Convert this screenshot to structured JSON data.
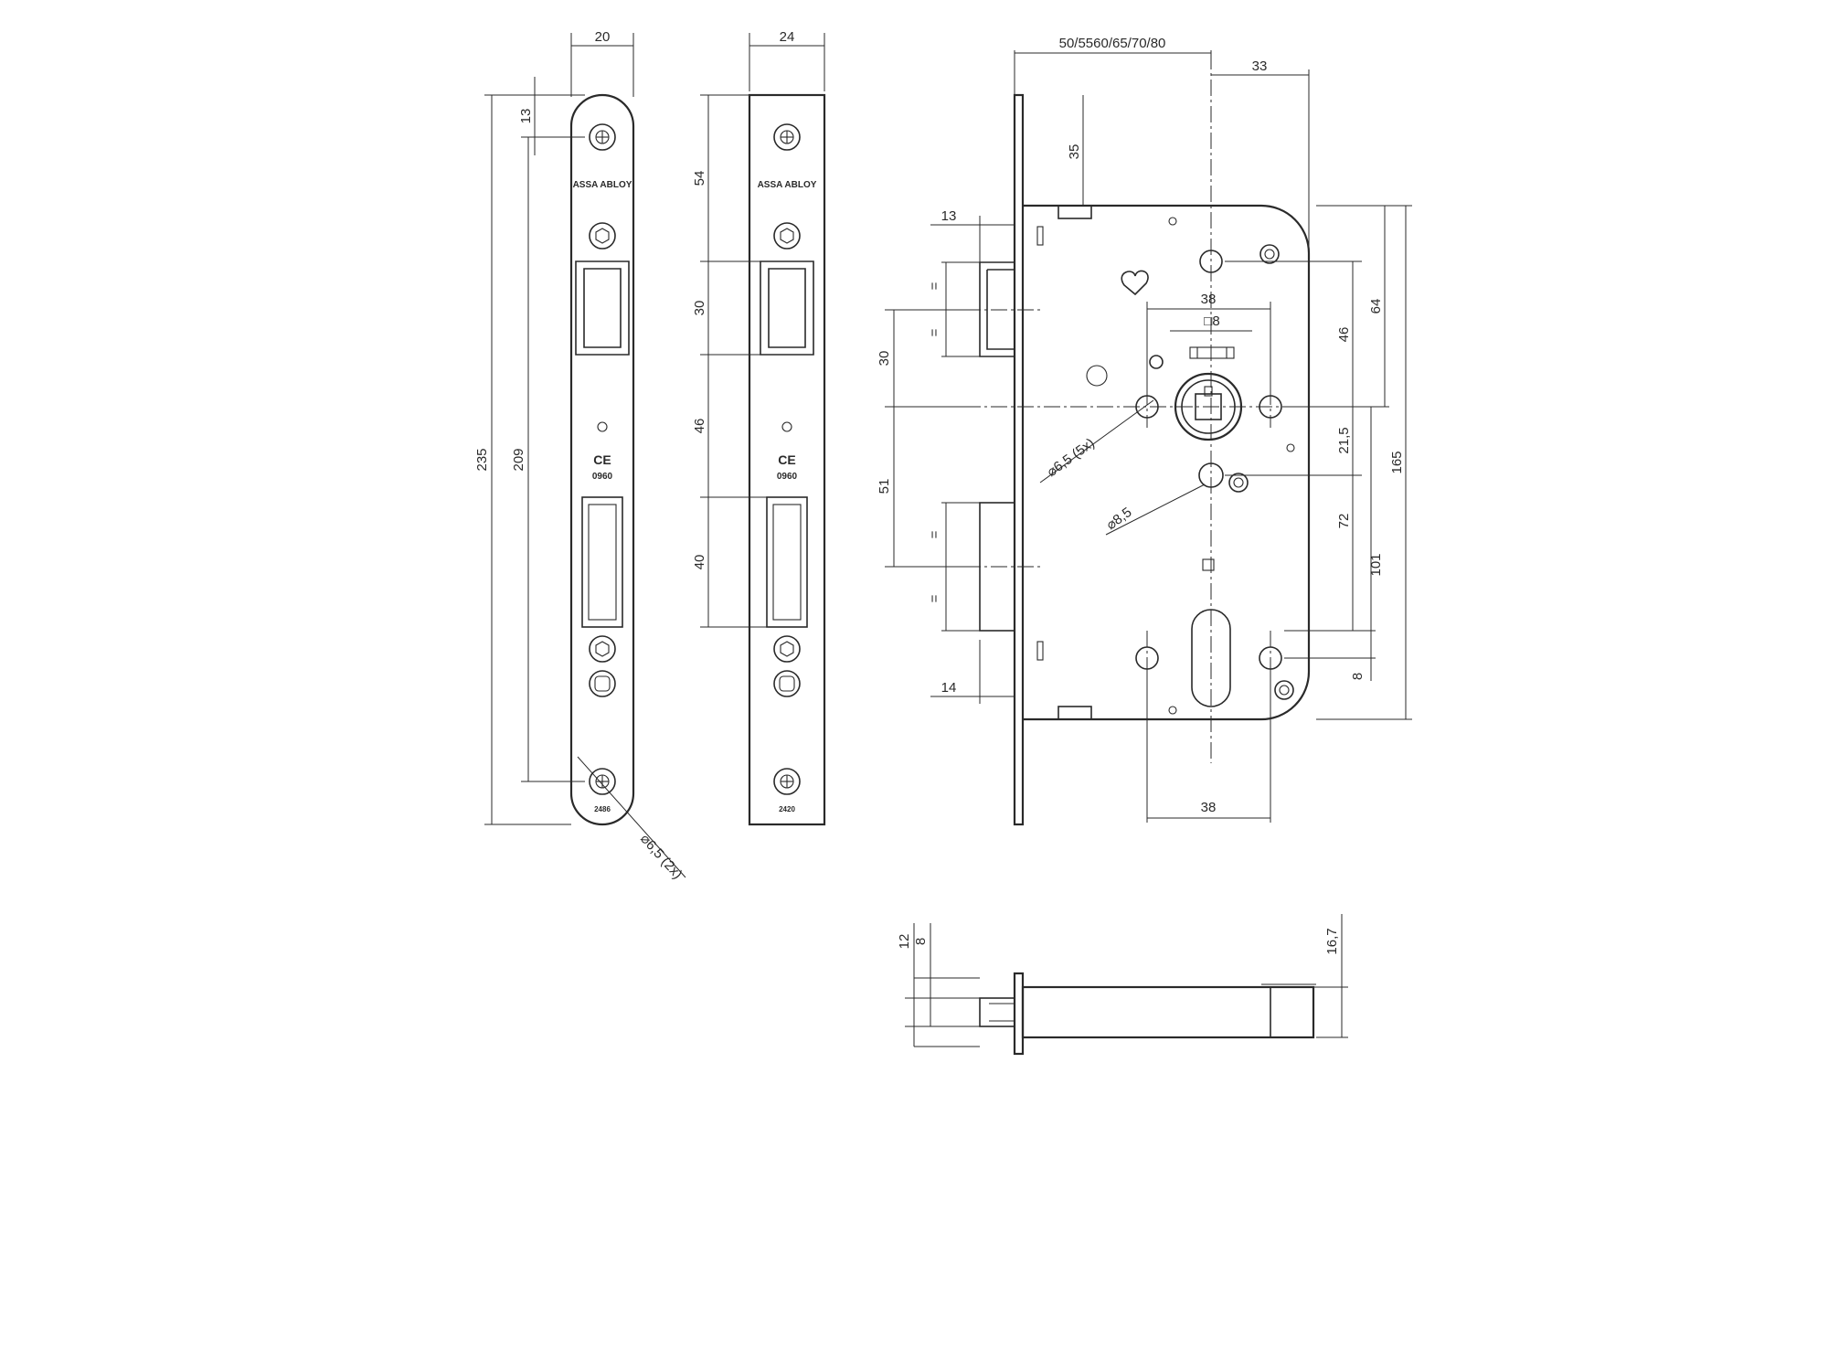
{
  "strike_plate_1": {
    "brand": "ASSA ABLOY",
    "ce_mark": "CE",
    "ce_number": "0960",
    "part_number": "2486",
    "dims": {
      "width": "20",
      "hole_offset": "13",
      "height": "235",
      "hole_spacing": "209",
      "hole_dia": "⌀6,5 (2x)"
    }
  },
  "strike_plate_2": {
    "brand": "ASSA ABLOY",
    "ce_mark": "CE",
    "ce_number": "0960",
    "part_number": "2420",
    "dims": {
      "width": "24",
      "d54": "54",
      "d30": "30",
      "d46": "46",
      "d40": "40"
    }
  },
  "lock_body": {
    "dims": {
      "backset": "50/5560/65/70/80",
      "d33": "33",
      "d35": "35",
      "d13": "13",
      "eq": "=",
      "d30": "30",
      "d51": "51",
      "d14": "14",
      "d38_top": "38",
      "square": "□8",
      "d46": "46",
      "d64": "64",
      "d21_5": "21,5",
      "d72": "72",
      "d101": "101",
      "d165": "165",
      "d8": "8",
      "hole_dia_5x": "⌀6,5 (5x)",
      "hole_dia_8_5": "⌀8,5",
      "d38_bottom": "38"
    }
  },
  "side_view": {
    "dims": {
      "d12": "12",
      "d8": "8",
      "d16_7": "16,7"
    }
  }
}
